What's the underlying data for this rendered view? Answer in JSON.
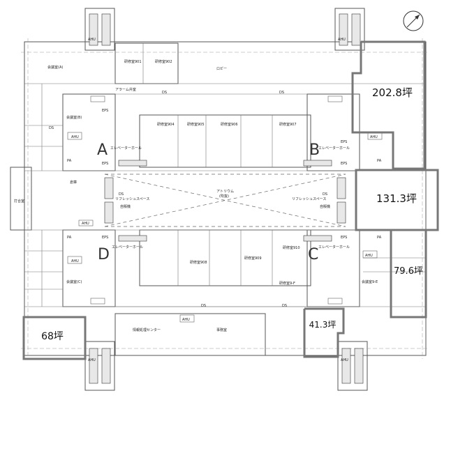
{
  "areas": {
    "a1": "202.8坪",
    "a2": "131.3坪",
    "a3": "79.6坪",
    "a4": "68坪",
    "a5": "41.3坪"
  },
  "zones": {
    "a": "A",
    "b": "B",
    "c": "C",
    "d": "D"
  },
  "rooms": {
    "r901": "研修室901",
    "r902": "研修室902",
    "r904": "研修室904",
    "r905": "研修室905",
    "r906": "研修室906",
    "r907": "研修室907",
    "r908": "研修室908",
    "r909": "研修室909",
    "r910": "研修室910",
    "lobby": "ロビー",
    "kaigiA": "会議室(A)",
    "kaigiB": "会議室(B)",
    "kaigiC": "会議室(C)",
    "kaigiE": "会議室9-E",
    "kaigiF": "研修室9-F",
    "atrium": "アトリウム",
    "atrium_sub": "(吹抜)",
    "refresh_w": "リフレッシュスペース",
    "refresh_e": "リフレッシュスペース",
    "vending_w": "自販機",
    "vending_e": "自販機",
    "info_center": "情報処理センター",
    "office": "事務室",
    "elev_hall_a": "エレベーターホール",
    "elev_hall_b": "エレベーターホール",
    "elev_hall_c": "エレベーターホール",
    "elev_hall_d": "エレベーターホール",
    "meeting": "打合室",
    "storage": "倉庫",
    "alarm": "アラーム弁室"
  },
  "tags": {
    "ahu": "AHU",
    "ds": "DS",
    "eps": "EPS",
    "pa": "PA"
  }
}
